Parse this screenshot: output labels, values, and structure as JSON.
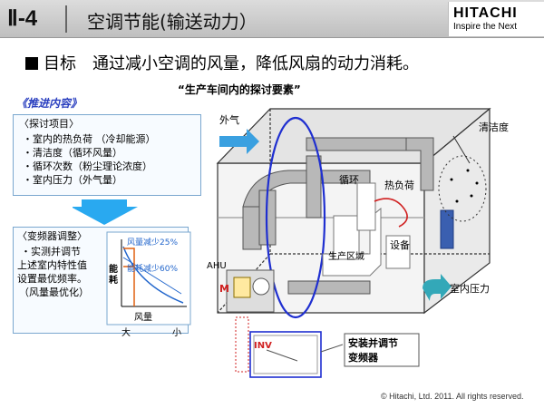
{
  "header": {
    "section_number": "Ⅱ-4",
    "title": "空调节能(输送动力）",
    "brand_name": "HITACHI",
    "brand_tagline": "Inspire the Next"
  },
  "goal": {
    "label": "目标",
    "text": "通过减小空调的风量，降低风扇的动力消耗。"
  },
  "diagram_title": "“生产车间内的探讨要素”",
  "promote_heading": "《推进内容》",
  "study_items": {
    "heading": "〈探讨项目〉",
    "items": [
      "・室内的热负荷  （冷却能源）",
      "・清洁度（循环风量）",
      "・循环次数（粉尘理论浓度）",
      "・室内压力（外气量）"
    ]
  },
  "inverter_adjust": {
    "heading": "〈变频器调整〉",
    "lines": [
      "・实测并调节",
      "上述室内特性值",
      "设置最优频率。",
      "（风量最优化）"
    ]
  },
  "mini_chart": {
    "flow_label": "风量减少25%",
    "power_label": "能耗减少60%",
    "y_label": "能\n耗",
    "x_label": "风量",
    "x_large": "大",
    "x_small": "小"
  },
  "diagram": {
    "outside_air": "外气",
    "cleanliness": "清洁度",
    "circulation": "循环",
    "heat_load": "热负荷",
    "equipment": "设备",
    "production_area": "生产区域",
    "ahu": "AHU",
    "motor": "M",
    "indoor_pressure": "室内压力",
    "inverter_tag": "INV",
    "install_note": "安装并调节\n变频器"
  },
  "footer": {
    "copyright": "© Hitachi, Ltd. 2011. All rights reserved."
  }
}
